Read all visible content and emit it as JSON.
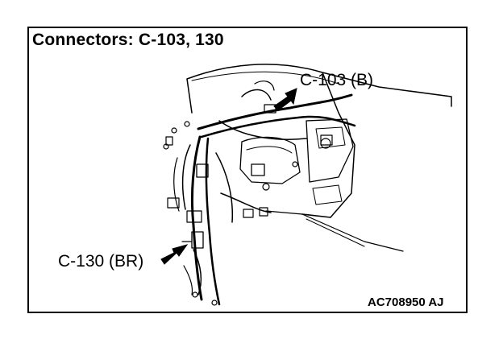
{
  "title": "Connectors: C-103, 130",
  "callouts": {
    "top": "C-103 (B)",
    "bottom": "C-130 (BR)"
  },
  "figure_code": "AC708950 AJ"
}
